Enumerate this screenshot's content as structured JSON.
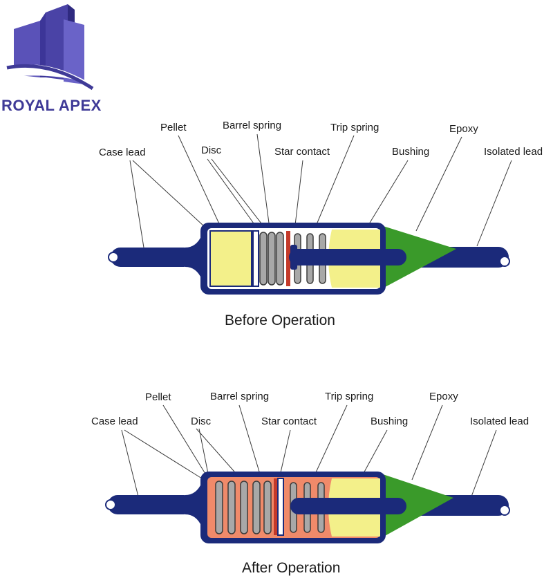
{
  "brand": {
    "name": "ROYAL APEX",
    "colors": {
      "logo": "#4a43a6",
      "logo_dark": "#2f2a80"
    }
  },
  "colors": {
    "casing": "#1b2a7a",
    "pellet": "#f3f08a",
    "bushing": "#f3f08a",
    "epoxy": "#3a9a2a",
    "spring": "#9a9a9a",
    "star_contact": "#c43a2a",
    "melted_pellet": "#f08a6a"
  },
  "diagrams": [
    {
      "id": "before",
      "caption": "Before Operation",
      "labels": {
        "case_lead": "Case lead",
        "pellet": "Pellet",
        "disc": "Disc",
        "barrel_spring": "Barrel spring",
        "star_contact": "Star contact",
        "trip_spring": "Trip spring",
        "bushing": "Bushing",
        "epoxy": "Epoxy",
        "isolated_lead": "Isolated lead"
      }
    },
    {
      "id": "after",
      "caption": "After Operation",
      "labels": {
        "case_lead": "Case lead",
        "pellet": "Pellet",
        "disc": "Disc",
        "barrel_spring": "Barrel spring",
        "star_contact": "Star contact",
        "trip_spring": "Trip spring",
        "bushing": "Bushing",
        "epoxy": "Epoxy",
        "isolated_lead": "Isolated lead"
      }
    }
  ]
}
